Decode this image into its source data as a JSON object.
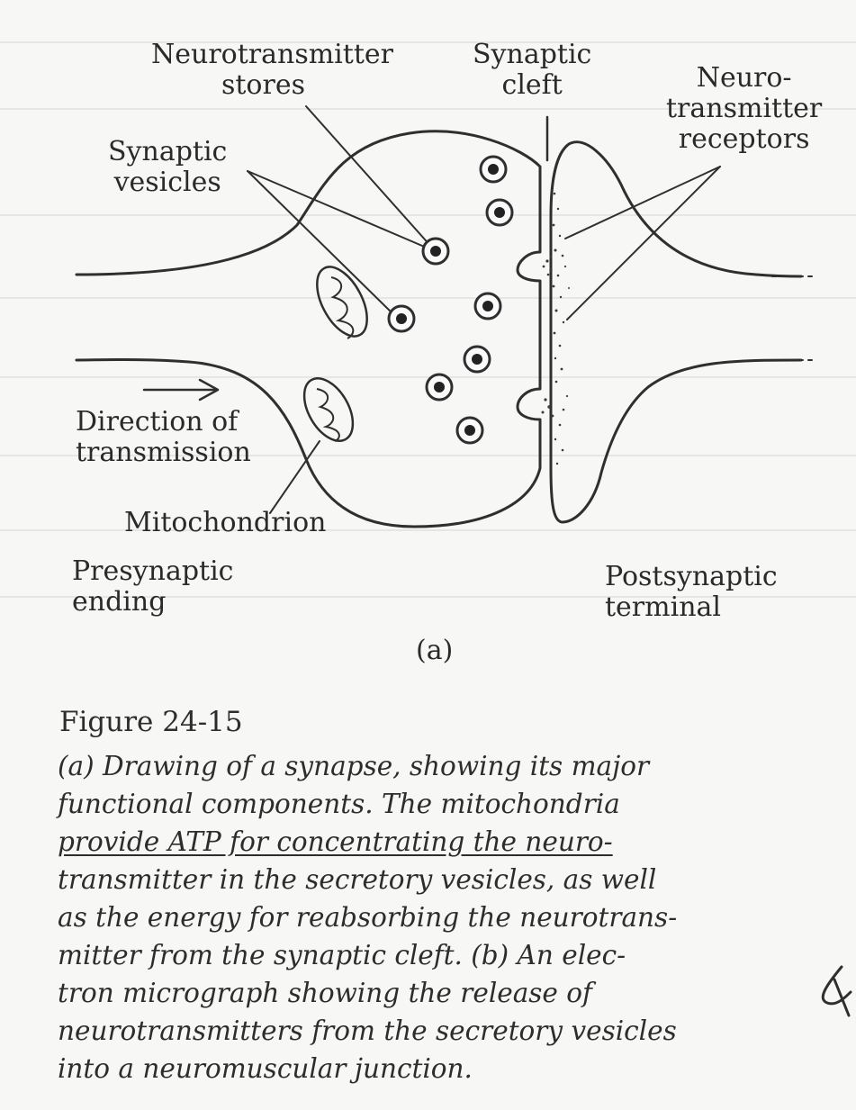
{
  "figure": {
    "title": "Figure 24-15",
    "panel_label": "(a)",
    "caption_lines": [
      "(a) Drawing of a synapse, showing its major",
      "functional components. The mitochondria",
      "provide ATP for concentrating the neuro-",
      "transmitter in the secretory vesicles, as well",
      "as the energy for reabsorbing the neurotrans-",
      "mitter from the synaptic cleft. (b) An elec-",
      "tron micrograph showing the release of",
      "neurotransmitters from the secretory vesicles",
      "into a neuromuscular junction."
    ]
  },
  "labels": {
    "neurotransmitter_stores": [
      "Neurotransmitter",
      "stores"
    ],
    "synaptic_cleft": [
      "Synaptic",
      "cleft"
    ],
    "neurotransmitter_receptors": [
      "Neuro-",
      "transmitter",
      "receptors"
    ],
    "synaptic_vesicles": [
      "Synaptic",
      "vesicles"
    ],
    "direction_of_transmission": [
      "Direction of",
      "transmission"
    ],
    "mitochondrion": "Mitochondrion",
    "presynaptic_ending": [
      "Presynaptic",
      "ending"
    ],
    "postsynaptic_terminal": [
      "Postsynaptic",
      "terminal"
    ]
  },
  "colors": {
    "ink": "#2a2a2a",
    "paper": "#f7f7f6"
  }
}
